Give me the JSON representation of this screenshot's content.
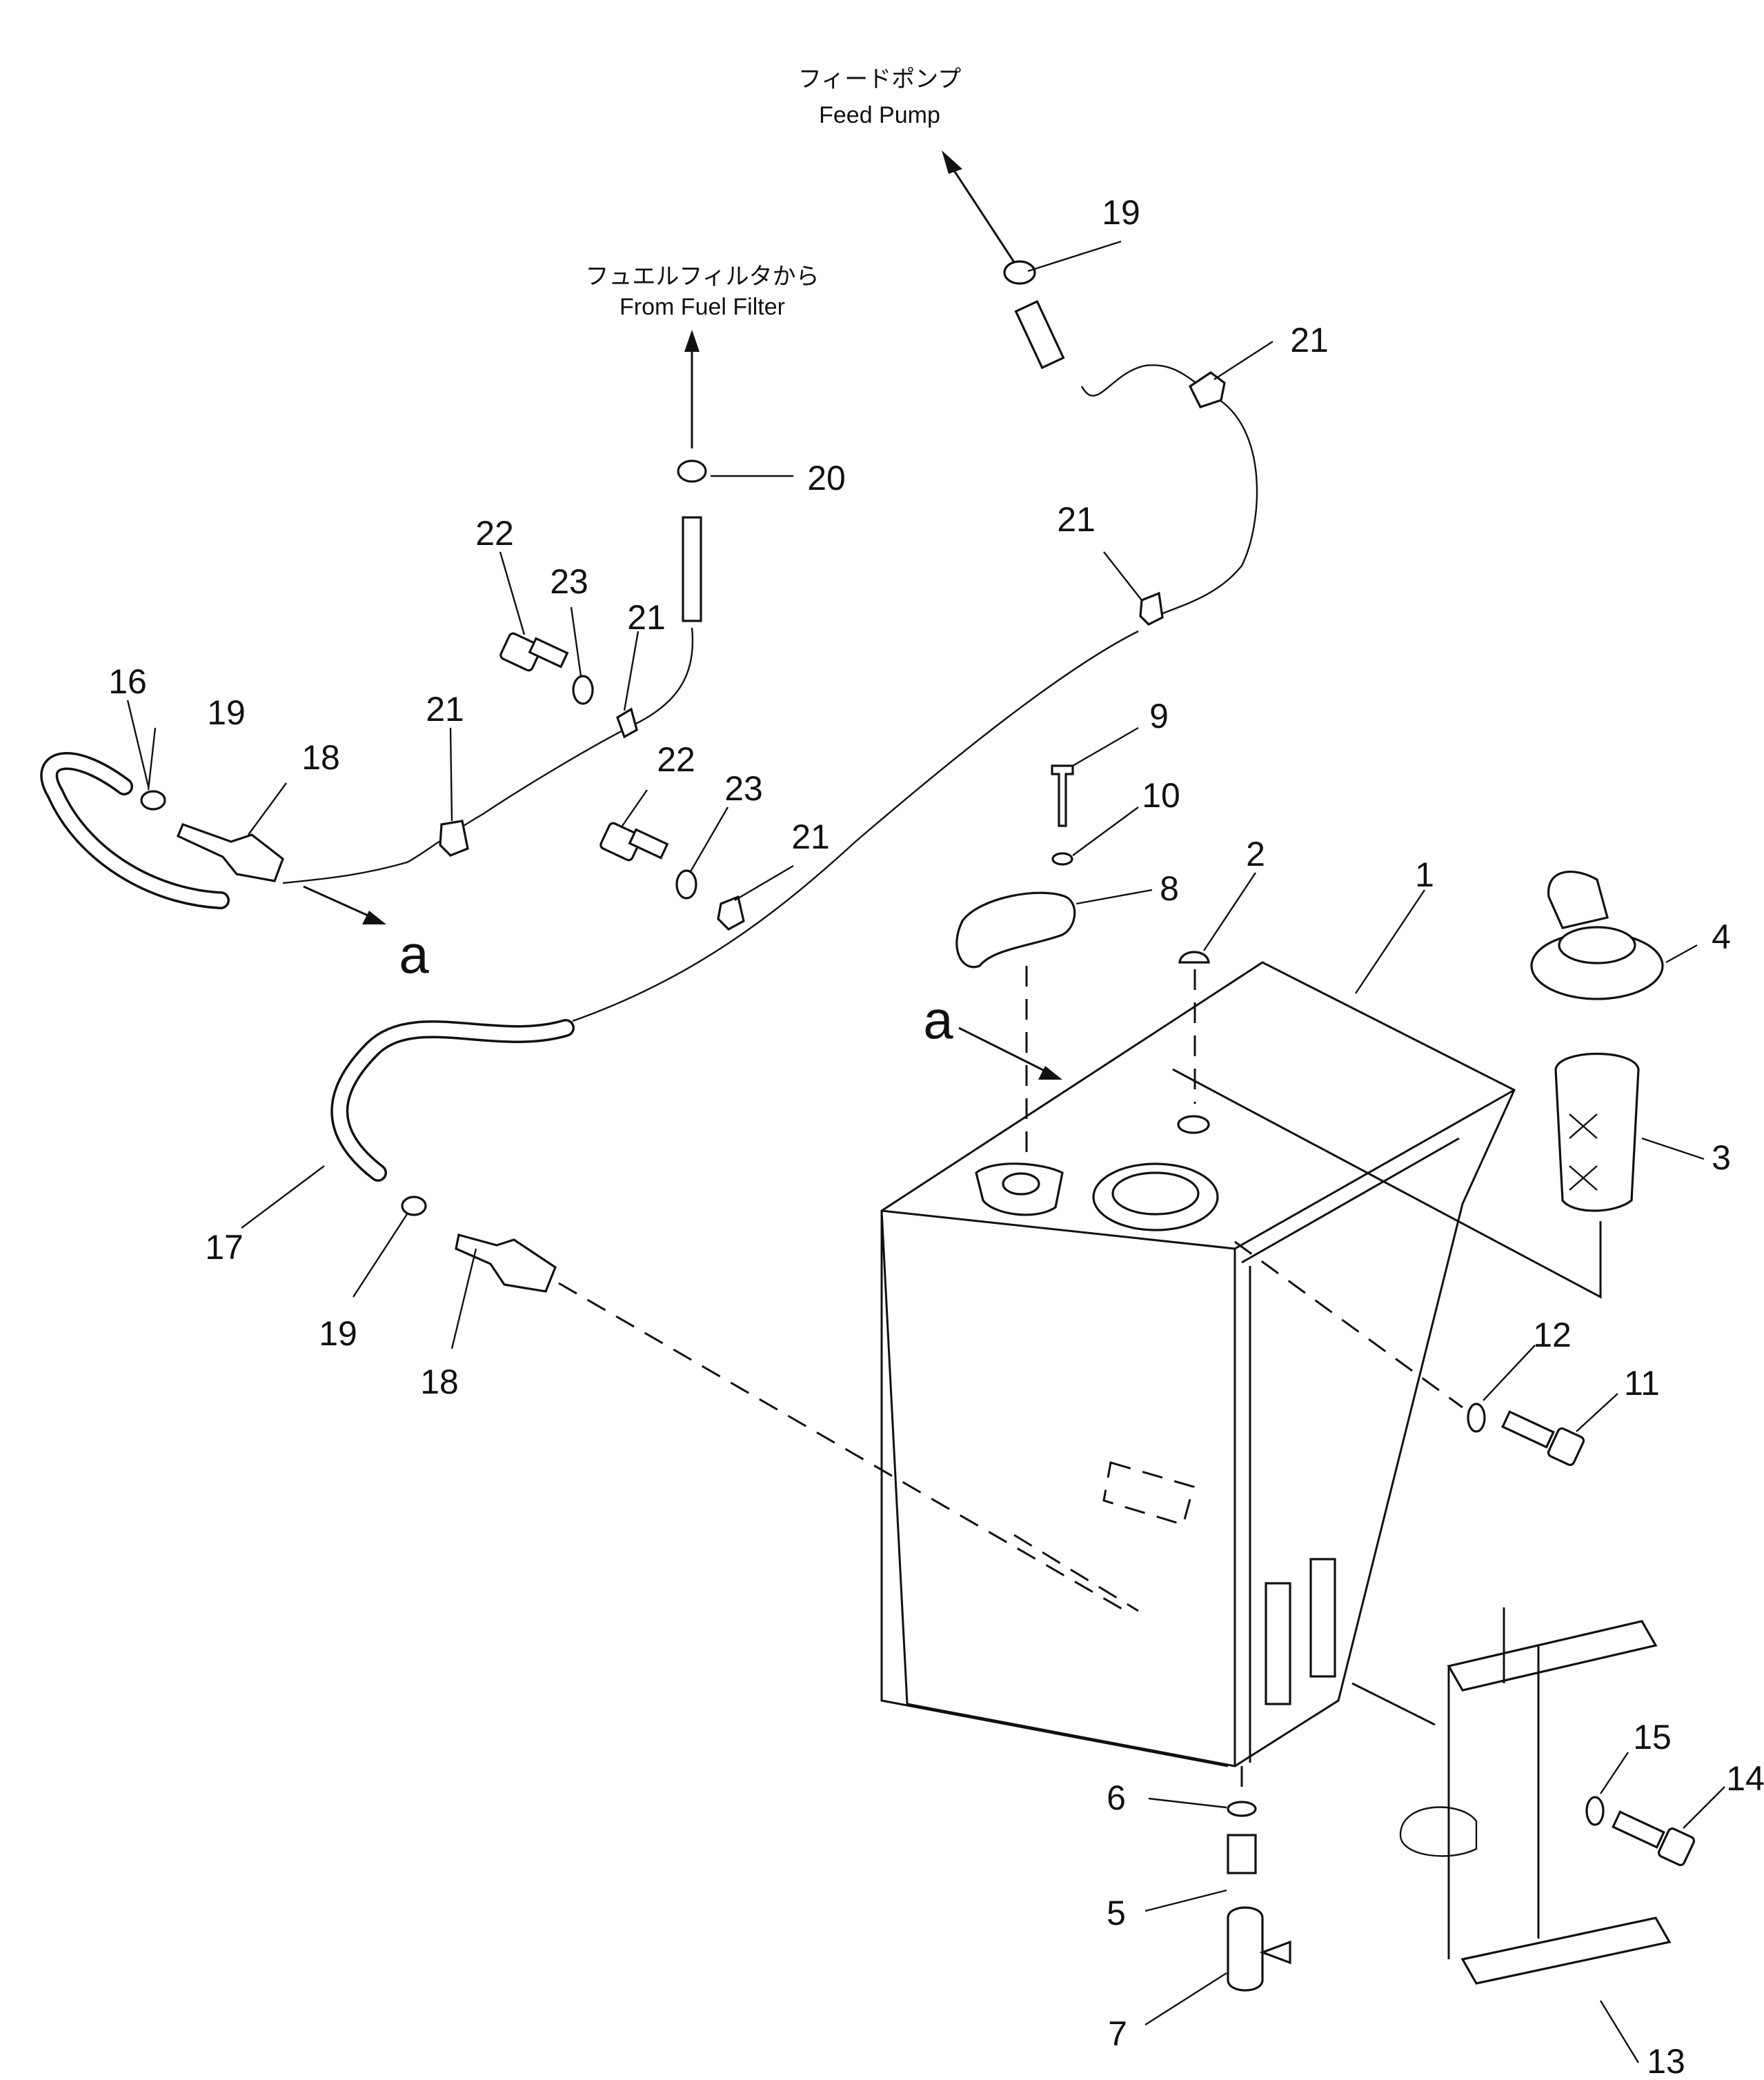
{
  "callouts": {
    "c1": "1",
    "c2": "2",
    "c3": "3",
    "c4": "4",
    "c5": "5",
    "c6": "6",
    "c7": "7",
    "c8": "8",
    "c9": "9",
    "c10": "10",
    "c11": "11",
    "c12": "12",
    "c13": "13",
    "c14": "14",
    "c15": "15",
    "c16": "16",
    "c17": "17",
    "c18a": "18",
    "c18b": "18",
    "c19a": "19",
    "c19b": "19",
    "c19c": "19",
    "c20": "20",
    "c21a": "21",
    "c21b": "21",
    "c21c": "21",
    "c21d": "21",
    "c21e": "21",
    "c22a": "22",
    "c22b": "22",
    "c23a": "23",
    "c23b": "23"
  },
  "annotations": {
    "feed_pump_jp": "フィードポンプ",
    "feed_pump_en": "Feed Pump",
    "from_fuel_filter_jp": "フュエルフィルタから",
    "from_fuel_filter_en": "From Fuel Filter",
    "view_a_arrow": "a",
    "view_a_tank": "a"
  },
  "colors": {
    "ink": "#111111",
    "paper": "#ffffff"
  }
}
